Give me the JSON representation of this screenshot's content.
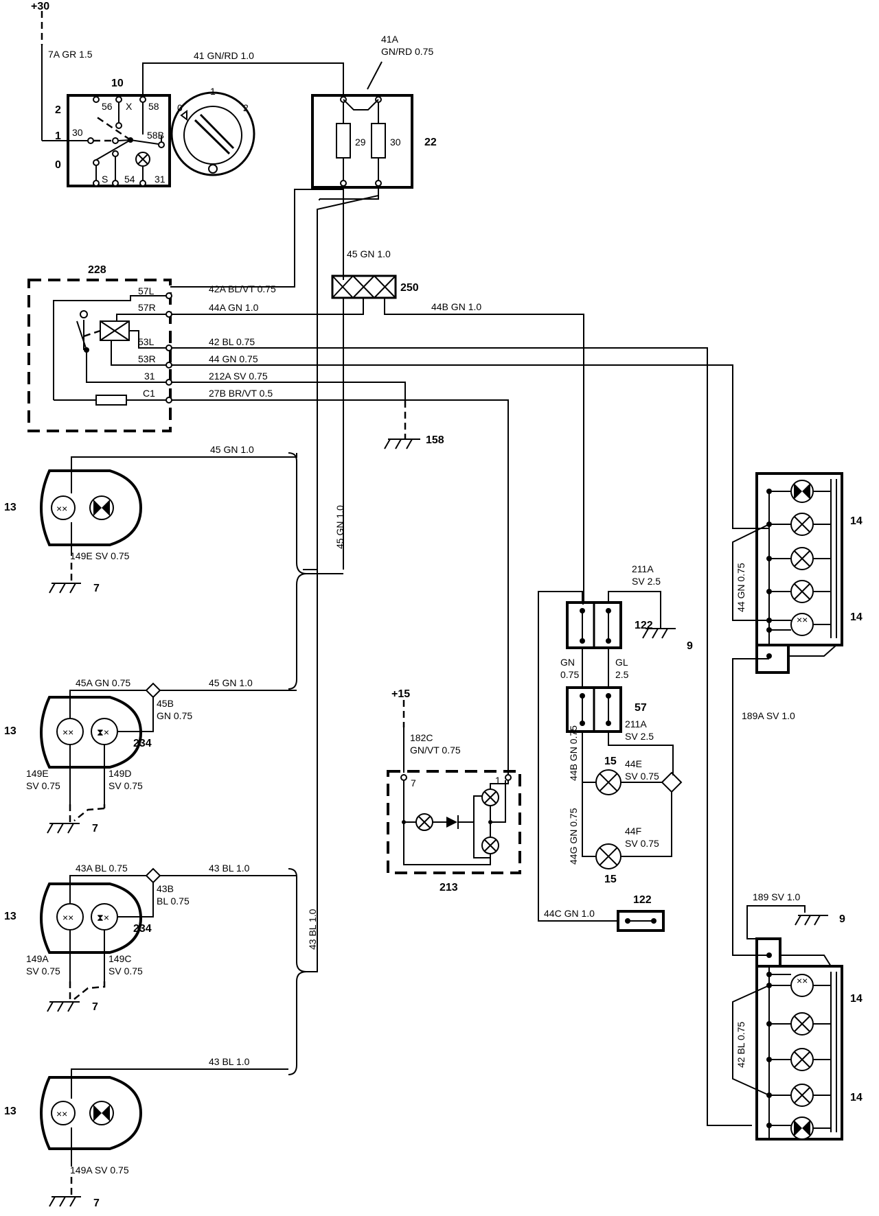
{
  "supply": {
    "plus30": "+30",
    "plus15": "+15"
  },
  "components": {
    "c10": "10",
    "c22": "22",
    "c228": "228",
    "c250": "250",
    "c158": "158",
    "c13": "13",
    "c7": "7",
    "c234": "234",
    "c213": "213",
    "c122": "122",
    "c9": "9",
    "c57": "57",
    "c15": "15",
    "c14": "14"
  },
  "switch10": {
    "pos0": "0",
    "pos1": "1",
    "pos2": "2",
    "t56": "56",
    "tX": "X",
    "t58": "58",
    "t30": "30",
    "t58B": "58B",
    "tS": "S",
    "t54": "54",
    "t31": "31",
    "dial0": "0",
    "dial1": "1",
    "dial2": "2"
  },
  "fusebox22": {
    "f29": "29",
    "f30": "30"
  },
  "relay228": {
    "t57L": "57L",
    "t57R": "57R",
    "t53L": "53L",
    "t53R": "53R",
    "t31": "31",
    "tC1": "C1"
  },
  "unit213": {
    "t7": "7",
    "t1": "1"
  },
  "wires": {
    "w7A": "7A GR 1.5",
    "w41": "41 GN/RD 1.0",
    "w41A_1": "41A",
    "w41A_2": "GN/RD 0.75",
    "w45": "45 GN 1.0",
    "w42A": "42A BL/VT 0.75",
    "w44A": "44A GN 1.0",
    "w44B": "44B GN 1.0",
    "w42": "42 BL 0.75",
    "w44": "44 GN 0.75",
    "w212A": "212A SV 0.75",
    "w27B": "27B BR/VT 0.5",
    "w45top": "45 GN 1.0",
    "w149E_top": "149E SV 0.75",
    "w45vert": "45 GN 1.0",
    "w45A": "45A GN 0.75",
    "w45mid": "45 GN 1.0",
    "w45B_1": "45B",
    "w45B_2": "GN 0.75",
    "w149E_1": "149E",
    "w149E_2": "SV 0.75",
    "w149D_1": "149D",
    "w149D_2": "SV 0.75",
    "w43A": "43A BL 0.75",
    "w43": "43 BL 1.0",
    "w43B_1": "43B",
    "w43B_2": "BL 0.75",
    "w149A_1": "149A",
    "w149A_2": "SV 0.75",
    "w149C_1": "149C",
    "w149C_2": "SV 0.75",
    "w43vert": "43 BL 1.0",
    "w43bot": "43 BL 1.0",
    "w149A_bot": "149A SV 0.75",
    "w182C_1": "182C",
    "w182C_2": "GN/VT 0.75",
    "w211A_1": "211A",
    "w211A_2": "SV 2.5",
    "wGN_1": "GN",
    "wGN_2": "0.75",
    "wGL_1": "GL",
    "wGL_2": "2.5",
    "w211A2_1": "211A",
    "w211A2_2": "SV 2.5",
    "w44Bv": "44B GN 0.75",
    "w44E_1": "44E",
    "w44E_2": "SV 0.75",
    "w44Gv": "44G GN 0.75",
    "w44F_1": "44F",
    "w44F_2": "SV 0.75",
    "w44C": "44C GN 1.0",
    "w44v": "44 GN 0.75",
    "w189A": "189A SV 1.0",
    "w189": "189 SV 1.0",
    "w42v": "42 BL 0.75"
  }
}
